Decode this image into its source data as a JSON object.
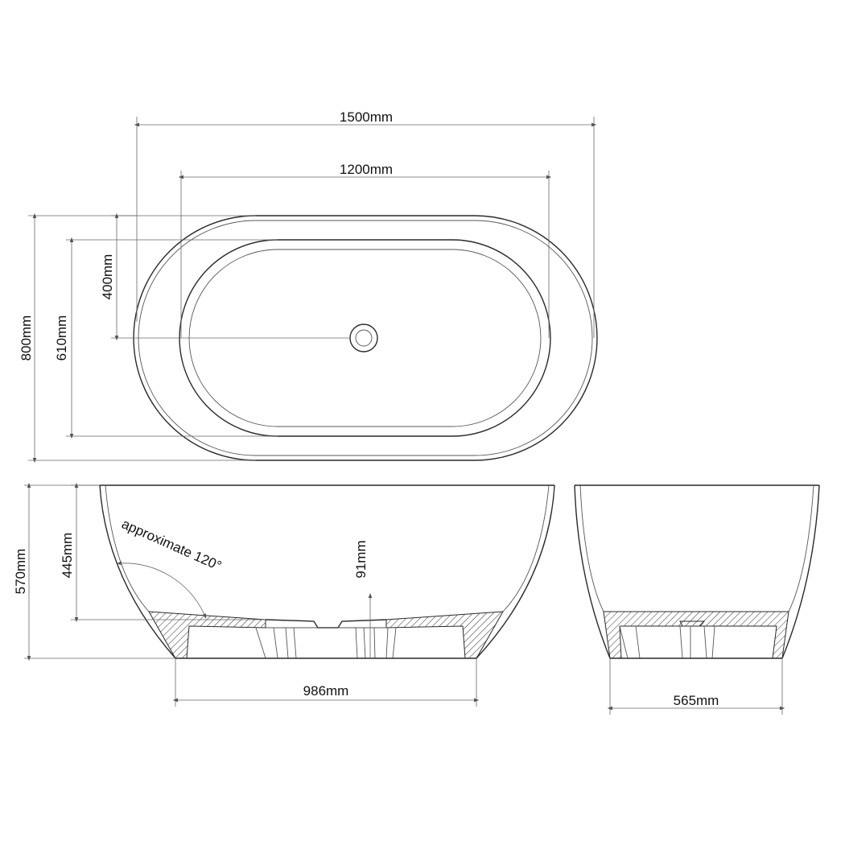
{
  "dimensions": {
    "overall_length": "1500mm",
    "inner_length": "1200mm",
    "overall_width": "800mm",
    "inner_width": "610mm",
    "drain_offset": "400mm",
    "overall_height": "570mm",
    "inner_depth": "445mm",
    "base_thickness": "91mm",
    "base_length": "986mm",
    "base_width": "565mm"
  },
  "annotations": {
    "angle_note": "approximate 120°"
  }
}
